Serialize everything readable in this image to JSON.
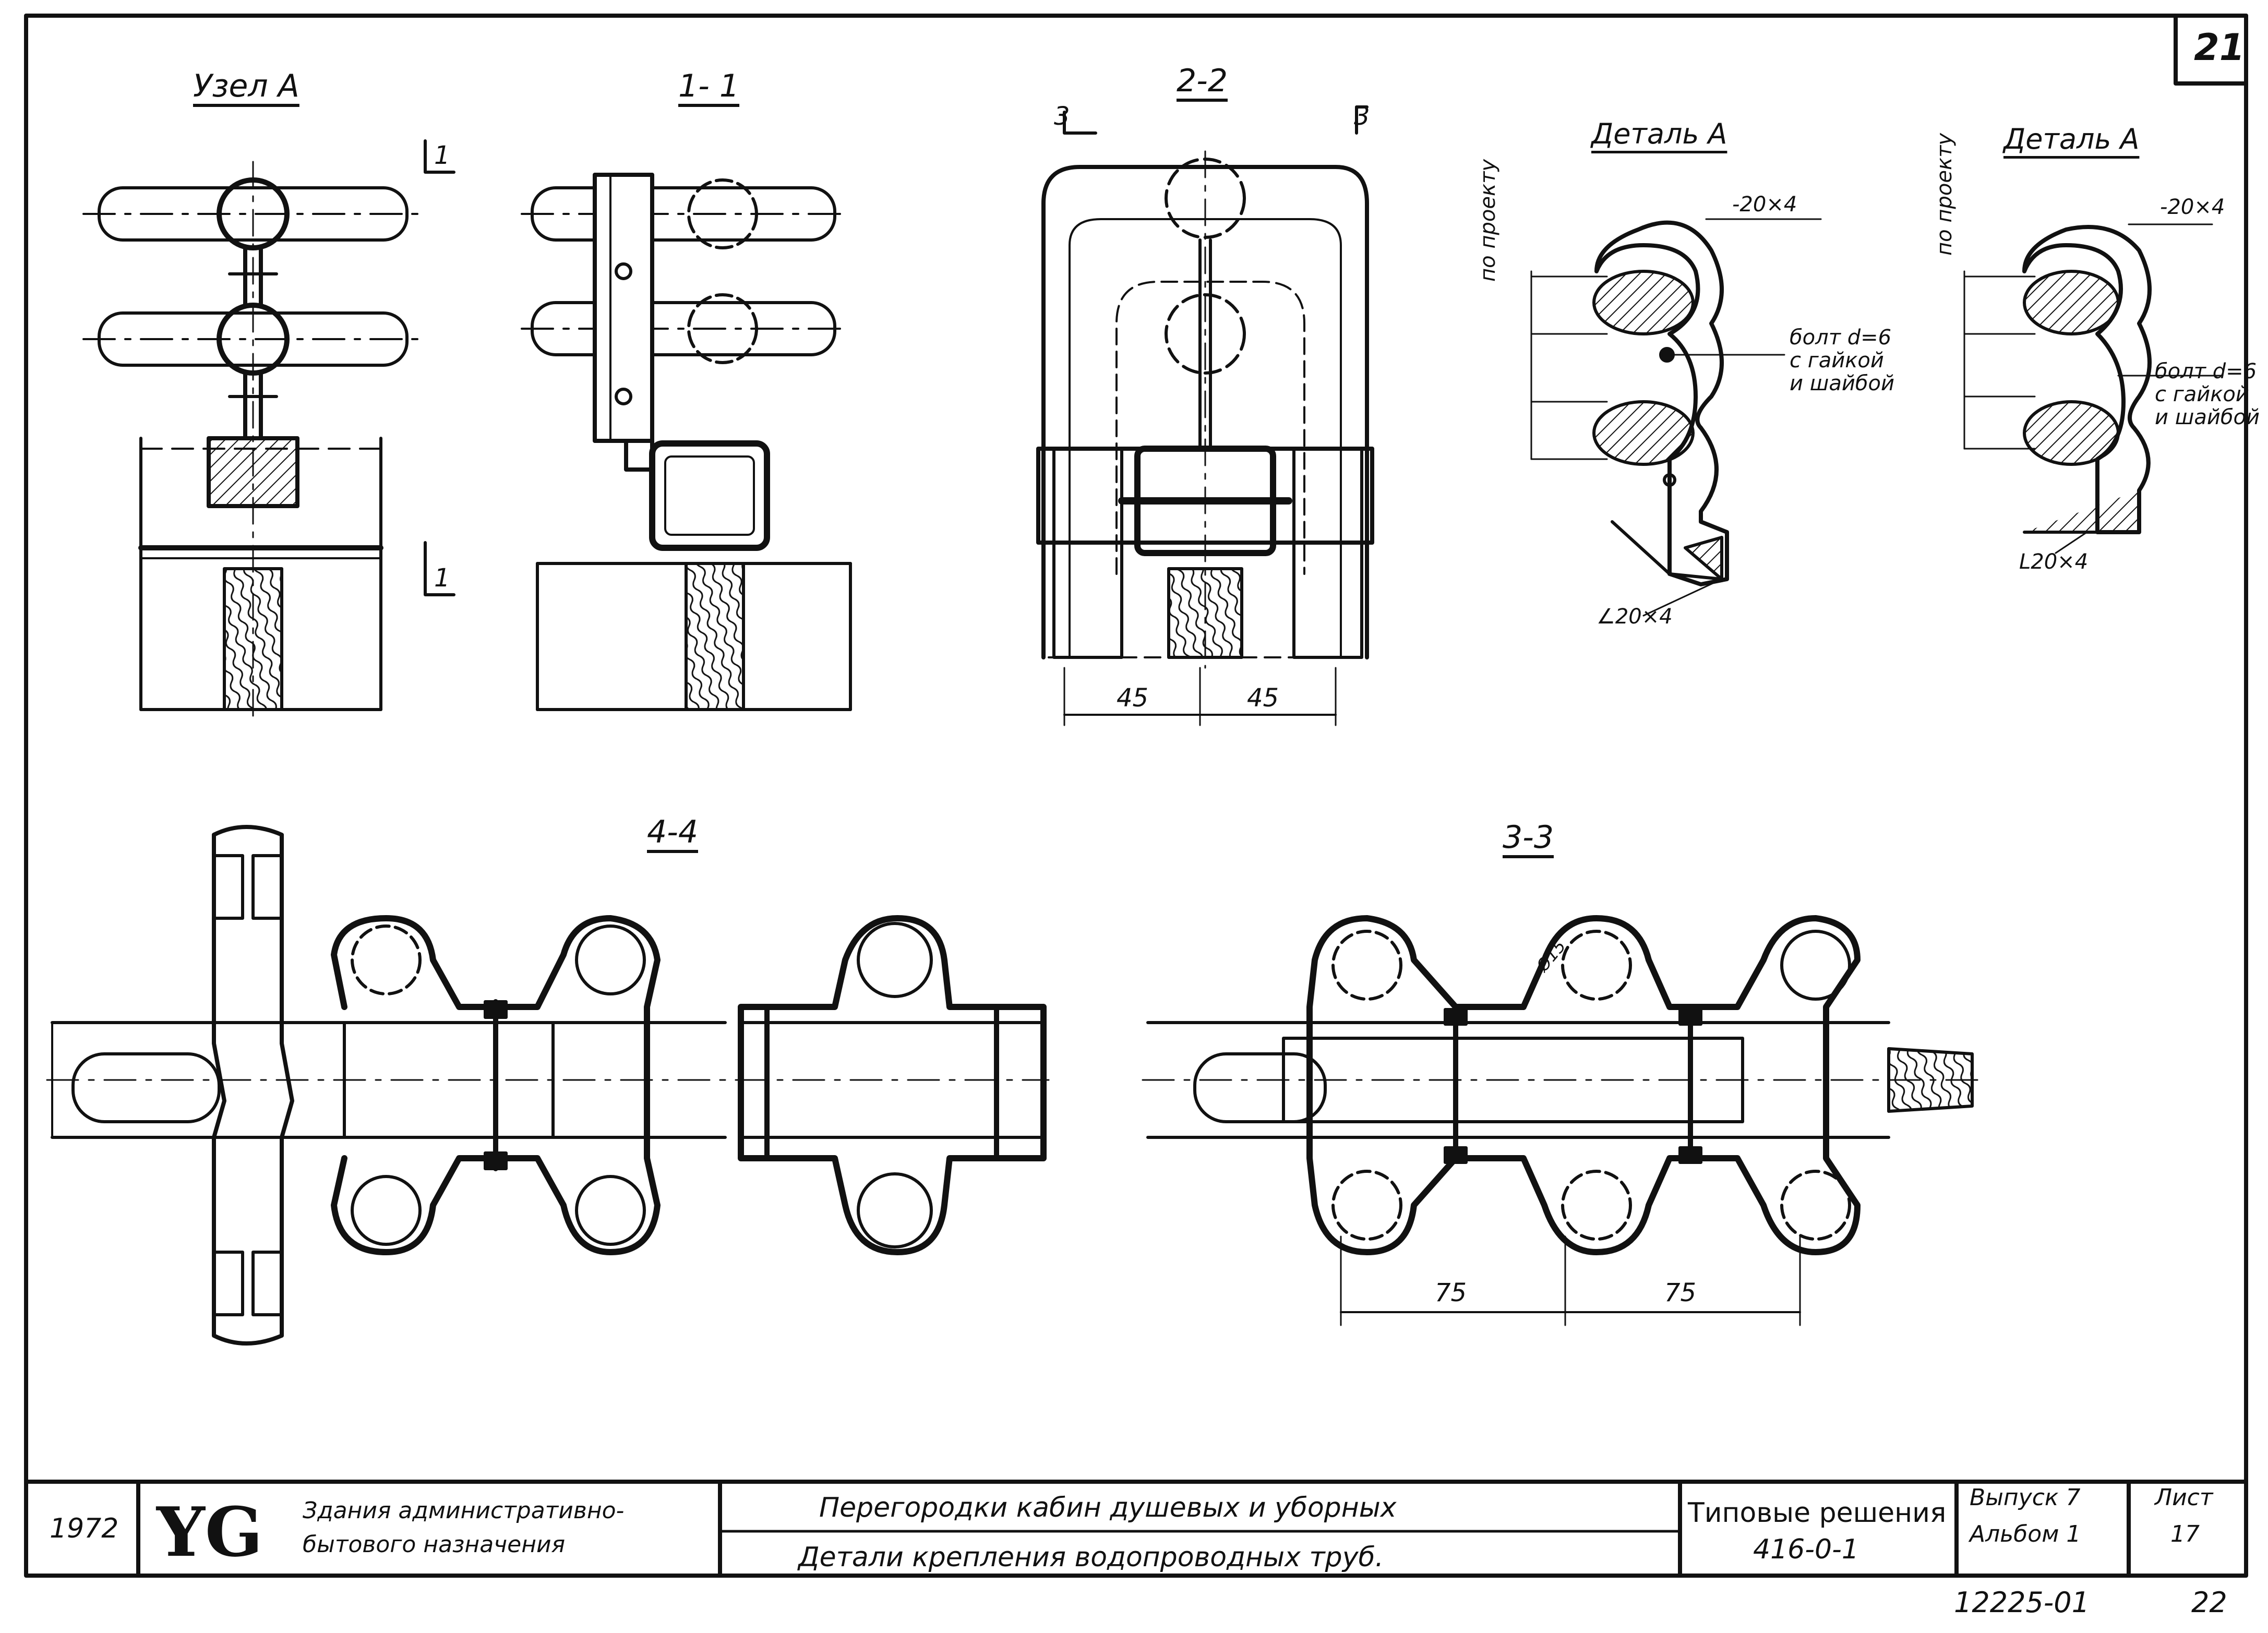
{
  "sheet": {
    "number_box": "21",
    "bottom_code": "12225-01",
    "bottom_page": "22"
  },
  "views": {
    "uzel_a": "Узел А",
    "section_1_1": "1- 1",
    "section_2_2": "2-2",
    "detail_a_1": "Деталь А",
    "detail_a_2": "Деталь А",
    "section_4_4": "4-4",
    "section_3_3": "3-3"
  },
  "markers": {
    "cut1_top": "1",
    "cut1_bottom": "1",
    "cut3_left": "3",
    "cut3_right": "3"
  },
  "notes": {
    "strip_1": "-20×4",
    "strip_2": "-20×4",
    "bolt_1": [
      "болт d=6",
      "с гайкой",
      "и шайбой"
    ],
    "bolt_2": [
      "болт d=6",
      "с гайкой",
      "и шайбой"
    ],
    "angle_1": "∠20×4",
    "angle_2": "L20×4",
    "by_design_1": "по проекту",
    "by_design_2": "по проекту",
    "diam": "Ø15"
  },
  "dimensions": {
    "d2_left": "45",
    "d2_right": "45",
    "d3_left": "75",
    "d3_right": "75"
  },
  "title_block": {
    "year": "1972",
    "org_logo": "YG",
    "org_line1": "Здания административно-",
    "org_line2": "бытового назначения",
    "title_line1": "Перегородки кабин душевых и уборных",
    "title_line2": "Детали крепления водопроводных труб.",
    "series_line1": "Типовые решения",
    "series_line2": "416-0-1",
    "issue": "Выпуск 7",
    "album": "Альбом 1",
    "sheet_label": "Лист",
    "sheet_no": "17"
  }
}
